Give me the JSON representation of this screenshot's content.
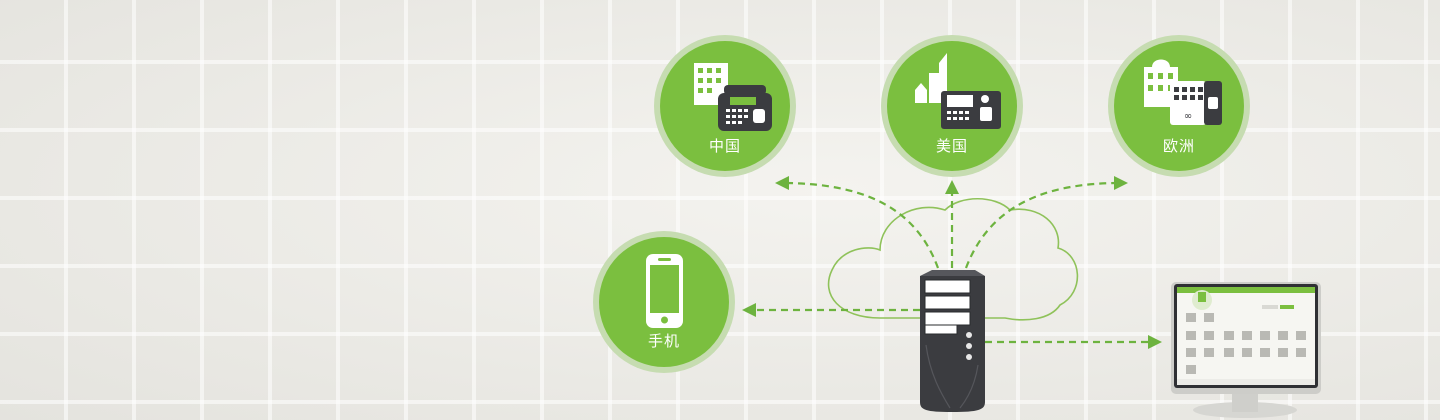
{
  "nodes": {
    "china": {
      "label": "中国"
    },
    "usa": {
      "label": "美国"
    },
    "europe": {
      "label": "欧洲"
    },
    "mobile": {
      "label": "手机"
    }
  },
  "colors": {
    "accent_green": "#7bbf3f",
    "ring_green": "#c6dcb1",
    "device_dark": "#3b3c40",
    "line_green": "#6db33f"
  }
}
